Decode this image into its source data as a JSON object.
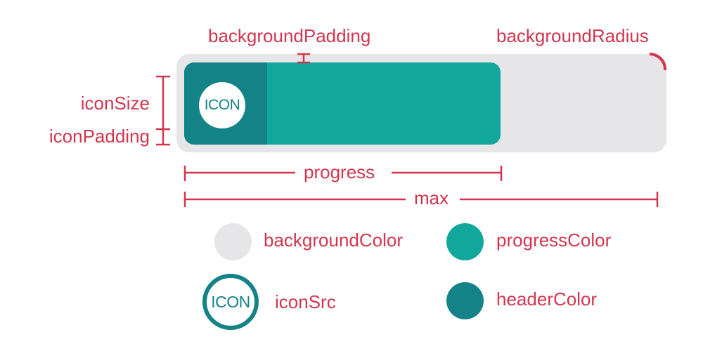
{
  "labels": {
    "background_padding": "backgroundPadding",
    "background_radius": "backgroundRadius",
    "icon_size": "iconSize",
    "icon_padding": "iconPadding",
    "progress": "progress",
    "max": "max"
  },
  "demo": {
    "icon_text": "ICON"
  },
  "legend": {
    "background_color": {
      "label": "backgroundColor",
      "color": "#e6e6e8"
    },
    "progress_color": {
      "label": "progressColor",
      "color": "#12a79d"
    },
    "icon_src": {
      "label": "iconSrc",
      "icon_text": "ICON"
    },
    "header_color": {
      "label": "headerColor",
      "color": "#138387"
    }
  },
  "colors": {
    "annotation": "#d2364f",
    "background": "#e6e6e8",
    "progress": "#12a79d",
    "header": "#138387"
  }
}
